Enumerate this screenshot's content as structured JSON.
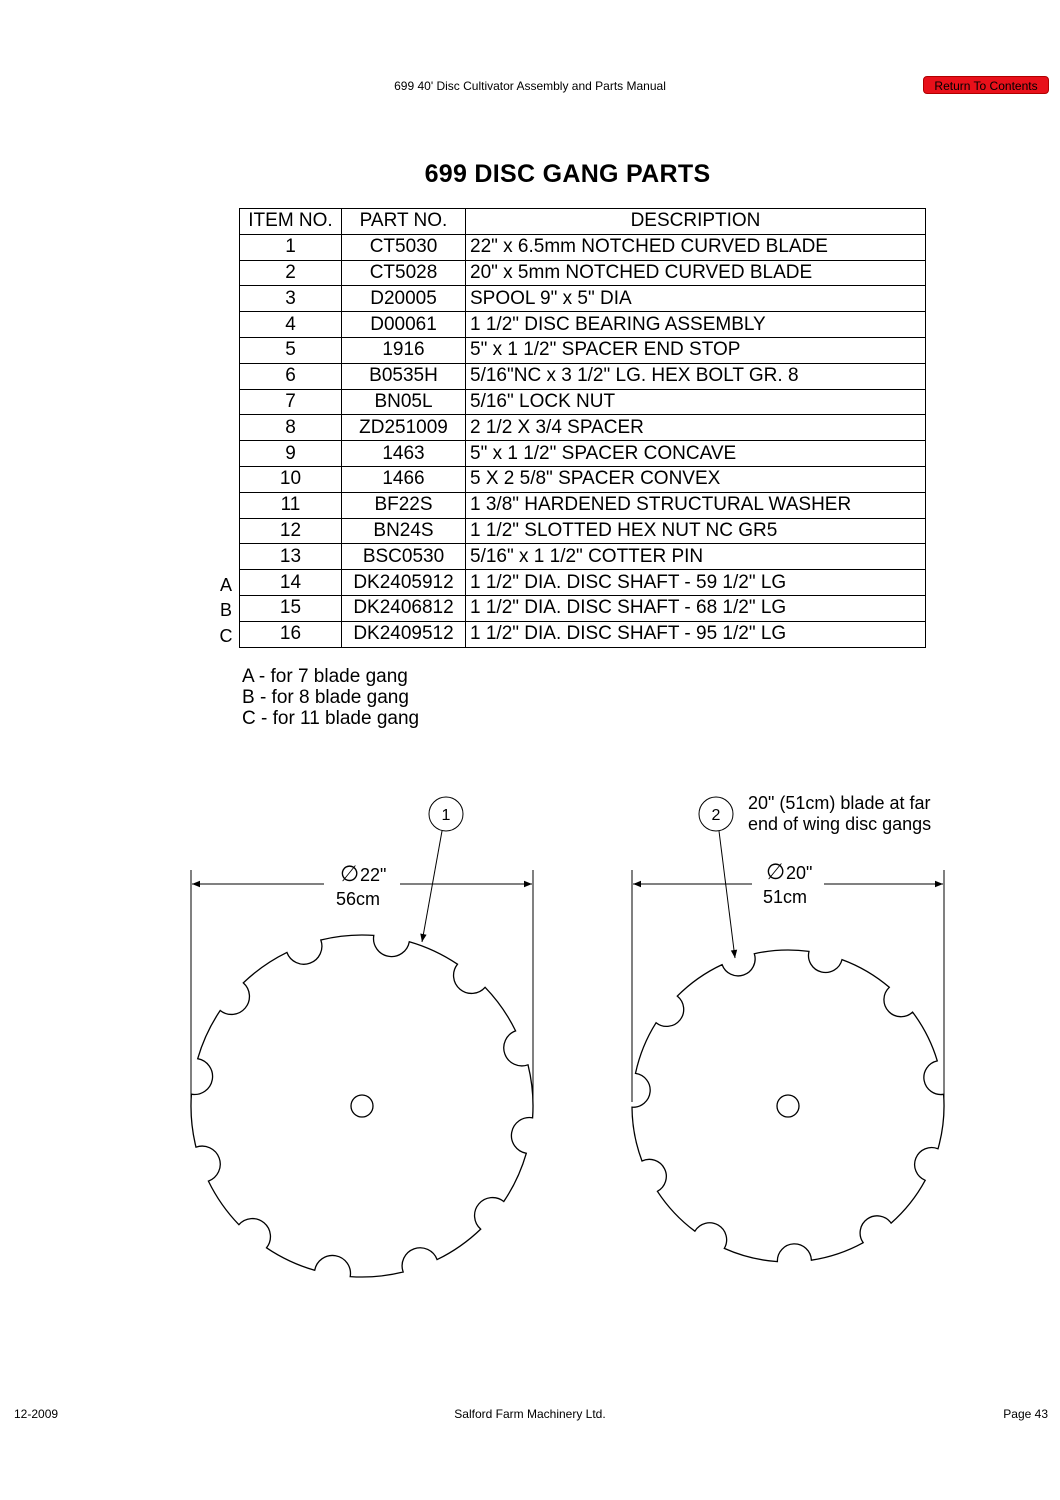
{
  "header": {
    "title": "699 40' Disc Cultivator Assembly and Parts Manual",
    "return_label": "Return To Contents"
  },
  "page_title": "699 DISC GANG PARTS",
  "table": {
    "headers": [
      "ITEM NO.",
      "PART NO.",
      "DESCRIPTION"
    ],
    "rows": [
      {
        "item": "1",
        "part": "CT5030",
        "desc": "22\" x 6.5mm NOTCHED CURVED BLADE"
      },
      {
        "item": "2",
        "part": "CT5028",
        "desc": "20\" x 5mm NOTCHED CURVED BLADE"
      },
      {
        "item": "3",
        "part": "D20005",
        "desc": "SPOOL 9\" x 5\" DIA"
      },
      {
        "item": "4",
        "part": "D00061",
        "desc": "1 1/2\" DISC BEARING ASSEMBLY"
      },
      {
        "item": "5",
        "part": "1916",
        "desc": "5\" x 1 1/2\" SPACER END STOP"
      },
      {
        "item": "6",
        "part": "B0535H",
        "desc": "5/16\"NC x 3 1/2\" LG. HEX BOLT GR. 8"
      },
      {
        "item": "7",
        "part": "BN05L",
        "desc": "5/16\" LOCK NUT"
      },
      {
        "item": "8",
        "part": "ZD251009",
        "desc": "2 1/2 X 3/4 SPACER"
      },
      {
        "item": "9",
        "part": "1463",
        "desc": "5\" x 1 1/2\" SPACER CONCAVE"
      },
      {
        "item": "10",
        "part": "1466",
        "desc": "5 X 2 5/8\" SPACER CONVEX"
      },
      {
        "item": "11",
        "part": "BF22S",
        "desc": "1 3/8\" HARDENED STRUCTURAL WASHER"
      },
      {
        "item": "12",
        "part": "BN24S",
        "desc": "1 1/2\" SLOTTED HEX NUT NC GR5"
      },
      {
        "item": "13",
        "part": "BSC0530",
        "desc": "5/16\" x 1 1/2\" COTTER PIN"
      },
      {
        "item": "14",
        "part": "DK2405912",
        "desc": "1 1/2\" DIA. DISC SHAFT - 59 1/2\" LG"
      },
      {
        "item": "15",
        "part": "DK2406812",
        "desc": "1 1/2\" DIA. DISC SHAFT - 68 1/2\" LG"
      },
      {
        "item": "16",
        "part": "DK2409512",
        "desc": "1 1/2\" DIA. DISC SHAFT - 95 1/2\" LG"
      }
    ]
  },
  "gang_letters": [
    "A",
    "B",
    "C"
  ],
  "gang_notes": [
    "A - for 7 blade gang",
    "B - for 8 blade gang",
    "C - for 11 blade gang"
  ],
  "diagram": {
    "blade1": {
      "callout": "1",
      "dia_in": "22\"",
      "dia_cm": "56cm",
      "dia_symbol": "∅"
    },
    "blade2": {
      "callout": "2",
      "dia_in": "20\"",
      "dia_cm": "51cm",
      "dia_symbol": "∅",
      "note_line1": "20\" (51cm) blade at far",
      "note_line2": "end of wing disc gangs"
    }
  },
  "footer": {
    "date": "12-2009",
    "company": "Salford Farm Machinery Ltd.",
    "page": "Page 43"
  }
}
